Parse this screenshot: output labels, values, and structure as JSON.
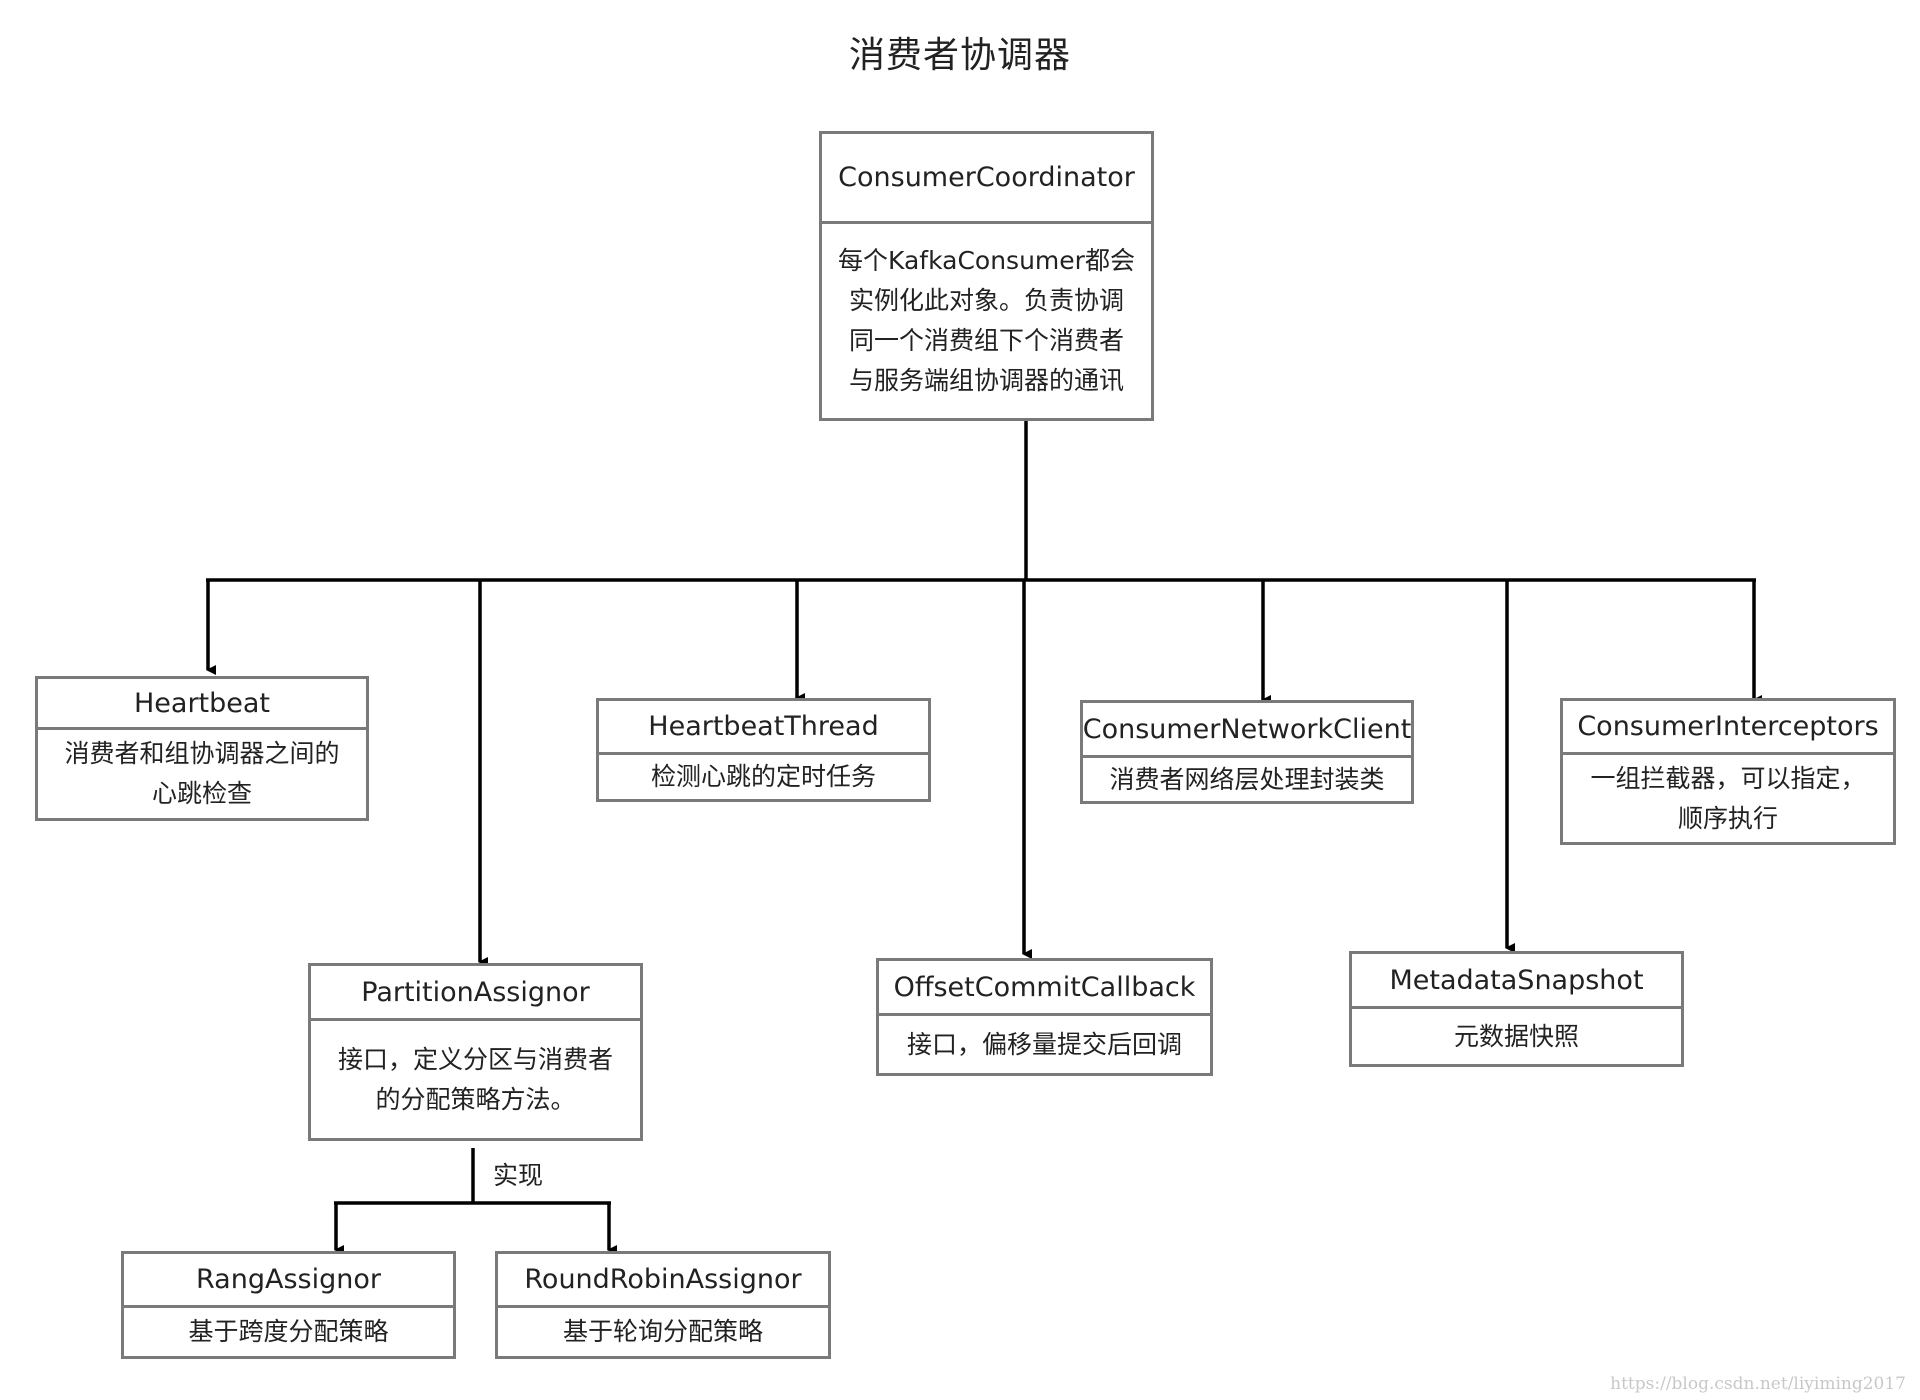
{
  "title": "消费者协调器",
  "edge_label": "实现",
  "watermark": "https://blog.csdn.net/liyiming2017",
  "nodes": {
    "consumer_coordinator": {
      "name": "ConsumerCoordinator",
      "desc": "每个KafkaConsumer都会\n实例化此对象。负责协调\n同一个消费组下个消费者\n与服务端组协调器的通讯"
    },
    "heartbeat": {
      "name": "Heartbeat",
      "desc": "消费者和组协调器之间的\n心跳检查"
    },
    "heartbeat_thread": {
      "name": "HeartbeatThread",
      "desc": "检测心跳的定时任务"
    },
    "consumer_network_client": {
      "name": "ConsumerNetworkClient",
      "desc": "消费者网络层处理封装类"
    },
    "consumer_interceptors": {
      "name": "ConsumerInterceptors",
      "desc": "一组拦截器，可以指定，\n顺序执行"
    },
    "partition_assignor": {
      "name": "PartitionAssignor",
      "desc": "接口，定义分区与消费者\n的分配策略方法。"
    },
    "offset_commit_callback": {
      "name": "OffsetCommitCallback",
      "desc": "接口，偏移量提交后回调"
    },
    "metadata_snapshot": {
      "name": "MetadataSnapshot",
      "desc": "元数据快照"
    },
    "rang_assignor": {
      "name": "RangAssignor",
      "desc": "基于跨度分配策略"
    },
    "round_robin_assignor": {
      "name": "RoundRobinAssignor",
      "desc": "基于轮询分配策略"
    }
  },
  "colors": {
    "box_border": "#7a7a7a",
    "line": "#000000",
    "text": "#222222"
  }
}
